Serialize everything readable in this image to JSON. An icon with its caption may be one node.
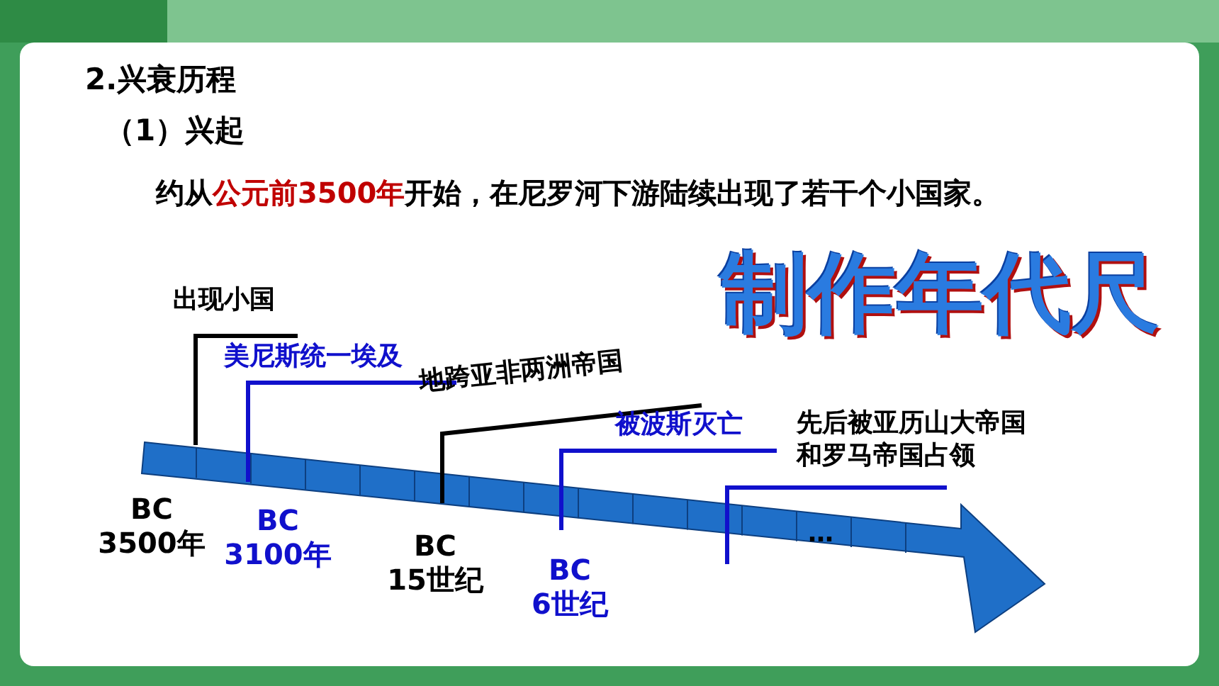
{
  "diagram": {
    "title": "2.兴衰历程",
    "nodes": [
      {
        "text": [
          "出现小国"
        ]
      },
      {
        "text": [
          "美尼斯统一埃及"
        ]
      },
      {
        "text": [
          "地跨亚非两洲帝国"
        ]
      },
      {
        "text": [
          "被波斯灭亡"
        ]
      },
      {
        "text": [
          "先后被亚历山大帝国和罗马帝国占领"
        ]
      }
    ],
    "edges": [
      {
        "from": 0,
        "to": null,
        "arrow": "none",
        "color": "#000000"
      },
      {
        "from": 1,
        "to": null,
        "arrow": "none",
        "color": "#1010cc"
      },
      {
        "from": 2,
        "to": null,
        "arrow": "none",
        "color": "#000000"
      },
      {
        "from": 3,
        "to": null,
        "arrow": "none",
        "color": "#1010cc"
      },
      {
        "from": 4,
        "to": null,
        "arrow": "none",
        "color": "#1010cc"
      }
    ],
    "labels": [
      "（1）兴起",
      "约从**公元前3500年**开始，在尼罗河下游陆续出现了若干个小国家。",
      "制作年代尺",
      "BC 3500年",
      "BC 3100年",
      "BC 15世纪",
      "BC 6世纪",
      "…"
    ]
  }
}
